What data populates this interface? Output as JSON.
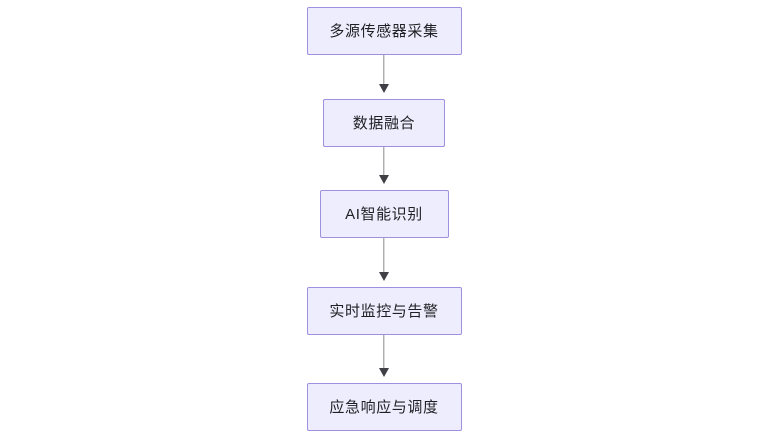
{
  "diagram": {
    "type": "flowchart",
    "orientation": "vertical-top-to-bottom",
    "background_color": "#ffffff",
    "node_fill_color": "#ededfd",
    "node_border_color": "#9f8fdf",
    "node_text_color": "#1f1f24",
    "connector_line_color": "#8a8a8f",
    "connector_arrowhead_color": "#3f3f45",
    "nodes": [
      {
        "id": "node-1",
        "label": "多源传感器采集"
      },
      {
        "id": "node-2",
        "label": "数据融合"
      },
      {
        "id": "node-3",
        "label": "AI智能识别"
      },
      {
        "id": "node-4",
        "label": "实时监控与告警"
      },
      {
        "id": "node-5",
        "label": "应急响应与调度"
      }
    ],
    "edges": [
      {
        "id": "edge-1",
        "from": "node-1",
        "to": "node-2",
        "arrow": "arrow-down-icon"
      },
      {
        "id": "edge-2",
        "from": "node-2",
        "to": "node-3",
        "arrow": "arrow-down-icon"
      },
      {
        "id": "edge-3",
        "from": "node-3",
        "to": "node-4",
        "arrow": "arrow-down-icon"
      },
      {
        "id": "edge-4",
        "from": "node-4",
        "to": "node-5",
        "arrow": "arrow-down-icon"
      }
    ]
  }
}
